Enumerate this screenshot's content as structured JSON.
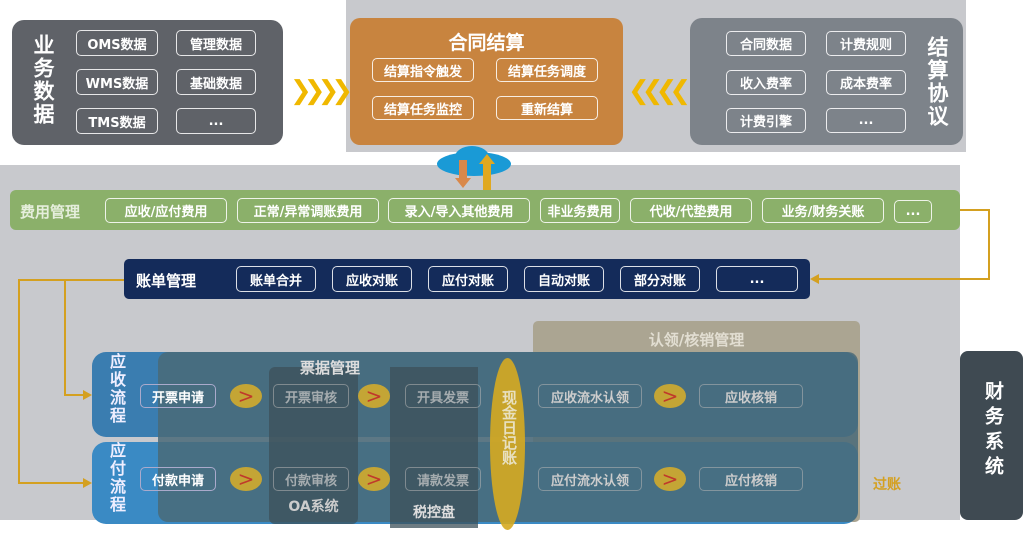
{
  "business_data": {
    "title": "业务数据",
    "items": [
      "OMS数据",
      "管理数据",
      "WMS数据",
      "基础数据",
      "TMS数据",
      "..."
    ]
  },
  "contract_settlement": {
    "title": "合同结算",
    "items": [
      "结算指令触发",
      "结算任务调度",
      "结算任务监控",
      "重新结算"
    ]
  },
  "settlement_agreement": {
    "title": "结算协议",
    "items": [
      "合同数据",
      "计费规则",
      "收入费率",
      "成本费率",
      "计费引擎",
      "..."
    ]
  },
  "fee_management": {
    "title": "费用管理",
    "items": [
      "应收/应付费用",
      "正常/异常调账费用",
      "录入/导入其他费用",
      "非业务费用",
      "代收/代垫费用",
      "业务/财务关账",
      "..."
    ]
  },
  "bill_management": {
    "title": "账单管理",
    "items": [
      "账单合并",
      "应收对账",
      "应付对账",
      "自动对账",
      "部分对账",
      "..."
    ]
  },
  "claim_writeoff": {
    "title": "认领/核销管理"
  },
  "invoice_management": {
    "title": "票据管理"
  },
  "receivable_flow": {
    "title": "应收流程",
    "steps": [
      "开票申请",
      "开票审核",
      "开具发票",
      "应收流水认领",
      "应收核销"
    ]
  },
  "payable_flow": {
    "title": "应付流程",
    "steps": [
      "付款申请",
      "付款审核",
      "请款发票",
      "应付流水认领",
      "应付核销"
    ]
  },
  "oa_system": "OA系统",
  "tax_control": "税控盘",
  "cash_journal": "现金日记账",
  "posting": "过账",
  "finance_system": "财务系统",
  "colors": {
    "orange": "#c8843f",
    "green": "#8bb06a",
    "navy": "#142b5a",
    "gold": "#d4a020",
    "blue": "#3a7db0"
  }
}
